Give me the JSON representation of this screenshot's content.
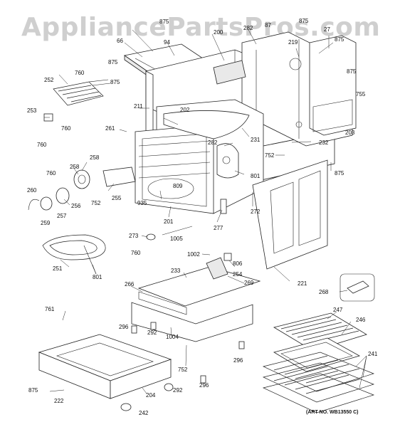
{
  "watermark": "AppliancePartsPros.com",
  "art_number": "(ART NO. WB13550 C)",
  "callouts": [
    {
      "id": "c875a",
      "text": "875"
    },
    {
      "id": "c282a",
      "text": "282"
    },
    {
      "id": "c87",
      "text": "87"
    },
    {
      "id": "c875b",
      "text": "875"
    },
    {
      "id": "c219",
      "text": "219"
    },
    {
      "id": "c27",
      "text": "27"
    },
    {
      "id": "c875c",
      "text": "875"
    },
    {
      "id": "c66",
      "text": "66"
    },
    {
      "id": "c94",
      "text": "94"
    },
    {
      "id": "c200",
      "text": "200"
    },
    {
      "id": "c875d",
      "text": "875"
    },
    {
      "id": "c875e",
      "text": "875"
    },
    {
      "id": "c875f",
      "text": "875"
    },
    {
      "id": "c755",
      "text": "755"
    },
    {
      "id": "c252",
      "text": "252"
    },
    {
      "id": "c760a",
      "text": "760"
    },
    {
      "id": "c211",
      "text": "211"
    },
    {
      "id": "c202",
      "text": "202"
    },
    {
      "id": "c253",
      "text": "253"
    },
    {
      "id": "c760b",
      "text": "760"
    },
    {
      "id": "c261",
      "text": "261"
    },
    {
      "id": "c231",
      "text": "231"
    },
    {
      "id": "c203",
      "text": "203"
    },
    {
      "id": "c760c",
      "text": "760"
    },
    {
      "id": "c282b",
      "text": "282"
    },
    {
      "id": "c232",
      "text": "232"
    },
    {
      "id": "c752a",
      "text": "752"
    },
    {
      "id": "c258a",
      "text": "258"
    },
    {
      "id": "c760d",
      "text": "760"
    },
    {
      "id": "c258b",
      "text": "258"
    },
    {
      "id": "c801a",
      "text": "801"
    },
    {
      "id": "c875g",
      "text": "875"
    },
    {
      "id": "c260",
      "text": "260"
    },
    {
      "id": "c809",
      "text": "809"
    },
    {
      "id": "c255",
      "text": "255"
    },
    {
      "id": "c752b",
      "text": "752"
    },
    {
      "id": "c935",
      "text": "935"
    },
    {
      "id": "c256",
      "text": "256"
    },
    {
      "id": "c257",
      "text": "257"
    },
    {
      "id": "c259",
      "text": "259"
    },
    {
      "id": "c272",
      "text": "272"
    },
    {
      "id": "c201",
      "text": "201"
    },
    {
      "id": "c277",
      "text": "277"
    },
    {
      "id": "c273",
      "text": "273"
    },
    {
      "id": "c1005",
      "text": "1005"
    },
    {
      "id": "c760e",
      "text": "760"
    },
    {
      "id": "c251",
      "text": "251"
    },
    {
      "id": "c801b",
      "text": "801"
    },
    {
      "id": "c1002",
      "text": "1002"
    },
    {
      "id": "c806",
      "text": "806"
    },
    {
      "id": "c254",
      "text": "254"
    },
    {
      "id": "c233",
      "text": "233"
    },
    {
      "id": "c221",
      "text": "221"
    },
    {
      "id": "c266",
      "text": "266"
    },
    {
      "id": "c269",
      "text": "269"
    },
    {
      "id": "c268",
      "text": "268"
    },
    {
      "id": "c761",
      "text": "761"
    },
    {
      "id": "c247",
      "text": "247"
    },
    {
      "id": "c296a",
      "text": "296"
    },
    {
      "id": "c292a",
      "text": "292"
    },
    {
      "id": "c1004",
      "text": "1004"
    },
    {
      "id": "c246",
      "text": "246"
    },
    {
      "id": "c296b",
      "text": "296"
    },
    {
      "id": "c241",
      "text": "241"
    },
    {
      "id": "c752c",
      "text": "752"
    },
    {
      "id": "c296c",
      "text": "296"
    },
    {
      "id": "c875h",
      "text": "875"
    },
    {
      "id": "c292b",
      "text": "292"
    },
    {
      "id": "c204",
      "text": "204"
    },
    {
      "id": "c222",
      "text": "222"
    },
    {
      "id": "c242",
      "text": "242"
    }
  ]
}
